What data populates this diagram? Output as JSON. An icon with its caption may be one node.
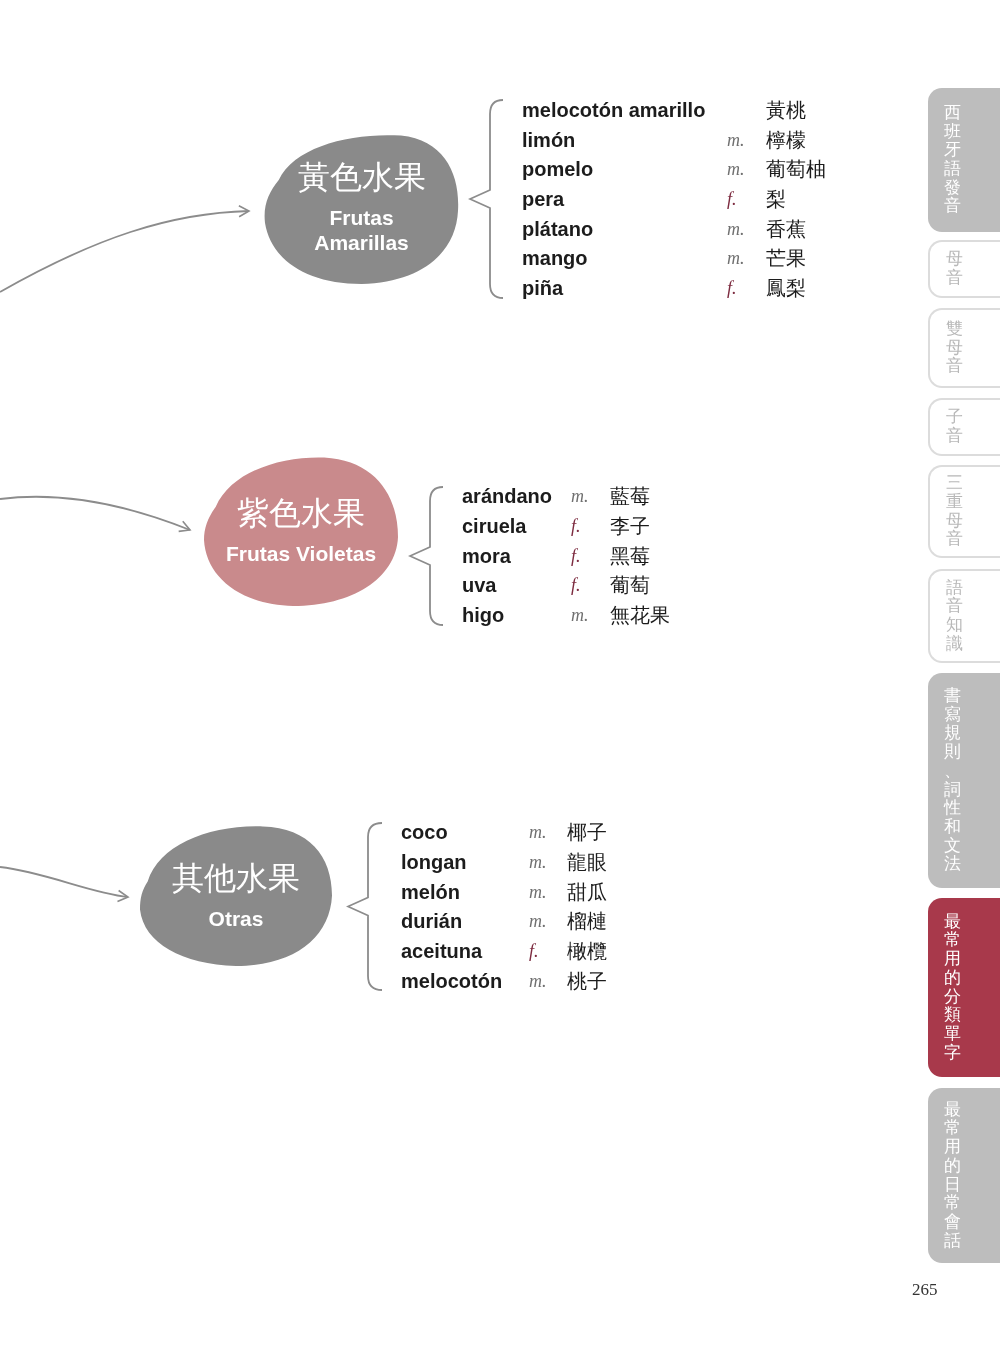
{
  "diagram": {
    "nodes": [
      {
        "text": [
          "黃色水果",
          "Frutas Amarillas"
        ]
      },
      {
        "text": [
          "紫色水果",
          "Frutas Violetas"
        ]
      },
      {
        "text": [
          "其他水果",
          "Otras"
        ]
      },
      {
        "text": [
          "西班牙語發音"
        ]
      },
      {
        "text": [
          "母音"
        ]
      },
      {
        "text": [
          "雙母音"
        ]
      },
      {
        "text": [
          "子音"
        ]
      },
      {
        "text": [
          "三重母音"
        ]
      },
      {
        "text": [
          "語音知識"
        ]
      },
      {
        "text": [
          "書寫規則、詞性和文法"
        ]
      },
      {
        "text": [
          "最常用的分類單字"
        ]
      },
      {
        "text": [
          "最常用的日常會話"
        ]
      }
    ],
    "edges": [
      {
        "from": null,
        "to": 0,
        "arrow": "to"
      },
      {
        "from": null,
        "to": 1,
        "arrow": "to"
      },
      {
        "from": null,
        "to": 2,
        "arrow": "to"
      }
    ],
    "labels": [
      "melocotón amarillo",
      "黃桃",
      "limón",
      "m.",
      "檸檬",
      "pomelo",
      "m.",
      "葡萄柚",
      "pera",
      "f.",
      "梨",
      "plátano",
      "m.",
      "香蕉",
      "mango",
      "m.",
      "芒果",
      "piña",
      "f.",
      "鳳梨",
      "arándano",
      "m.",
      "藍莓",
      "ciruela",
      "f.",
      "李子",
      "mora",
      "f.",
      "黑莓",
      "uva",
      "f.",
      "葡萄",
      "higo",
      "m.",
      "無花果",
      "coco",
      "m.",
      "椰子",
      "longan",
      "m.",
      "龍眼",
      "melón",
      "m.",
      "甜瓜",
      "durián",
      "m.",
      "榴槤",
      "aceituna",
      "f.",
      "橄欖",
      "melocotón",
      "m.",
      "桃子",
      "265"
    ]
  }
}
